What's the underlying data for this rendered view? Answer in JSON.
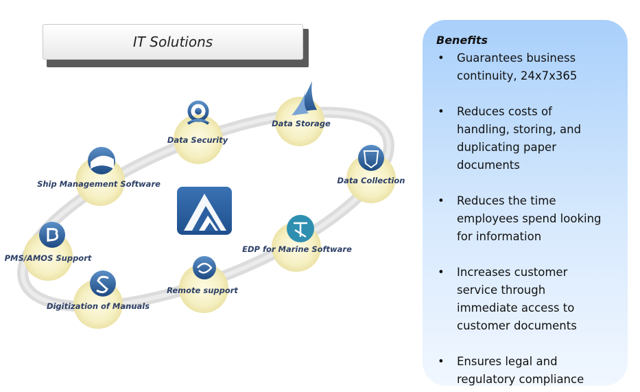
{
  "title": "IT Solutions",
  "nodes": [
    {
      "id": "data-security",
      "label": "Data Security",
      "icon": "knot-emblem-icon"
    },
    {
      "id": "data-storage",
      "label": "Data Storage",
      "icon": "wing-icon"
    },
    {
      "id": "data-collection",
      "label": "Data Collection",
      "icon": "shield-icon"
    },
    {
      "id": "edp-marine",
      "label": "EDP for Marine Software",
      "icon": "glyph-icon"
    },
    {
      "id": "remote-support",
      "label": "Remote support",
      "icon": "swirl-icon"
    },
    {
      "id": "digitization",
      "label": "Digitization of Manuals",
      "icon": "s-swirl-icon"
    },
    {
      "id": "pms-amos",
      "label": "PMS/AMOS Support",
      "icon": "b-emblem-icon"
    },
    {
      "id": "ship-management",
      "label": "Ship Management Software",
      "icon": "wave-icon"
    }
  ],
  "center_logo": "mountain-logo-icon",
  "benefits": {
    "title": "Benefits",
    "items": [
      [
        "Guarantees business",
        "continuity, 24x7x365"
      ],
      [
        "Reduces costs of",
        "handling, storing, and",
        "duplicating paper",
        "documents"
      ],
      [
        "Reduces the time",
        "employees spend looking",
        "for information"
      ],
      [
        "Increases customer",
        "service through",
        "immediate access to",
        "customer documents"
      ],
      [
        "Ensures legal and",
        "regulatory compliance"
      ]
    ]
  },
  "colors": {
    "node_fill": "#f5f0c0",
    "label_text": "#2c3f66",
    "icon_blue": "#2c5e96",
    "ring": "#d9d9d9",
    "panel_top": "#a9d0fb"
  }
}
